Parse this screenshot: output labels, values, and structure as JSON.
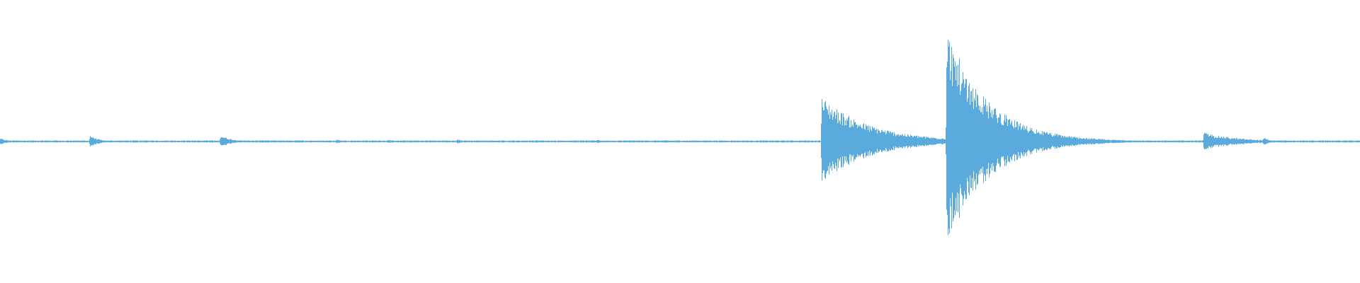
{
  "waveform": {
    "color": "#5aaade",
    "baseline_noise": 0.01,
    "events": [
      {
        "t": 0.0,
        "amp": 0.03,
        "decay": 0.006
      },
      {
        "t": 0.066,
        "amp": 0.06,
        "decay": 0.006
      },
      {
        "t": 0.162,
        "amp": 0.06,
        "decay": 0.008
      },
      {
        "t": 0.192,
        "amp": 0.015,
        "decay": 0.003
      },
      {
        "t": 0.247,
        "amp": 0.02,
        "decay": 0.006
      },
      {
        "t": 0.285,
        "amp": 0.02,
        "decay": 0.003
      },
      {
        "t": 0.336,
        "amp": 0.02,
        "decay": 0.005
      },
      {
        "t": 0.394,
        "amp": 0.015,
        "decay": 0.003
      },
      {
        "t": 0.439,
        "amp": 0.02,
        "decay": 0.003
      },
      {
        "t": 0.604,
        "amp": 0.4,
        "decay": 0.035
      },
      {
        "t": 0.696,
        "amp": 1.0,
        "decay": 0.03
      },
      {
        "t": 0.736,
        "amp": 0.03,
        "decay": 0.003
      },
      {
        "t": 0.743,
        "amp": 0.02,
        "decay": 0.003
      },
      {
        "t": 0.885,
        "amp": 0.08,
        "decay": 0.025
      },
      {
        "t": 0.929,
        "amp": 0.04,
        "decay": 0.004
      }
    ]
  }
}
